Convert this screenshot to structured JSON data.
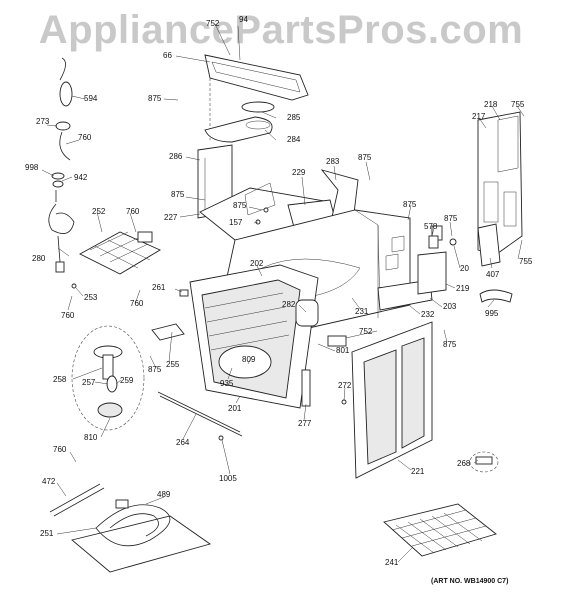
{
  "watermark": "AppliancePartsPros.com",
  "footer_note": "(ART NO. WB14900 C7)",
  "part_labels": {
    "p752a": "752",
    "p94": "94",
    "p66": "66",
    "p875a": "875",
    "p285": "285",
    "p284": "284",
    "p594": "594",
    "p273": "273",
    "p760a": "760",
    "p998": "998",
    "p942": "942",
    "p286": "286",
    "p875b": "875",
    "p227": "227",
    "p875c": "875",
    "p157": "157",
    "p229": "229",
    "p283": "283",
    "p875d": "875",
    "p218": "218",
    "p755a": "755",
    "p217": "217",
    "p252": "252",
    "p760b": "760",
    "p280": "280",
    "p253": "253",
    "p760c": "760",
    "p760d": "760",
    "p202": "202",
    "p261": "261",
    "p875e": "875",
    "p578": "578",
    "p875f": "875",
    "p20": "20",
    "p407": "407",
    "p755b": "755",
    "p219": "219",
    "p203": "203",
    "p232": "232",
    "p231": "231",
    "p282": "282",
    "p995": "995",
    "p752b": "752",
    "p875g": "875",
    "p255": "255",
    "p875h": "875",
    "p258": "258",
    "p257": "257",
    "p259": "259",
    "p809": "809",
    "p935": "935",
    "p801": "801",
    "p272": "272",
    "p201": "201",
    "p264": "264",
    "p277": "277",
    "p810": "810",
    "p760e": "760",
    "p1005": "1005",
    "p221": "221",
    "p268": "268",
    "p472": "472",
    "p489": "489",
    "p251": "251",
    "p241": "241"
  }
}
